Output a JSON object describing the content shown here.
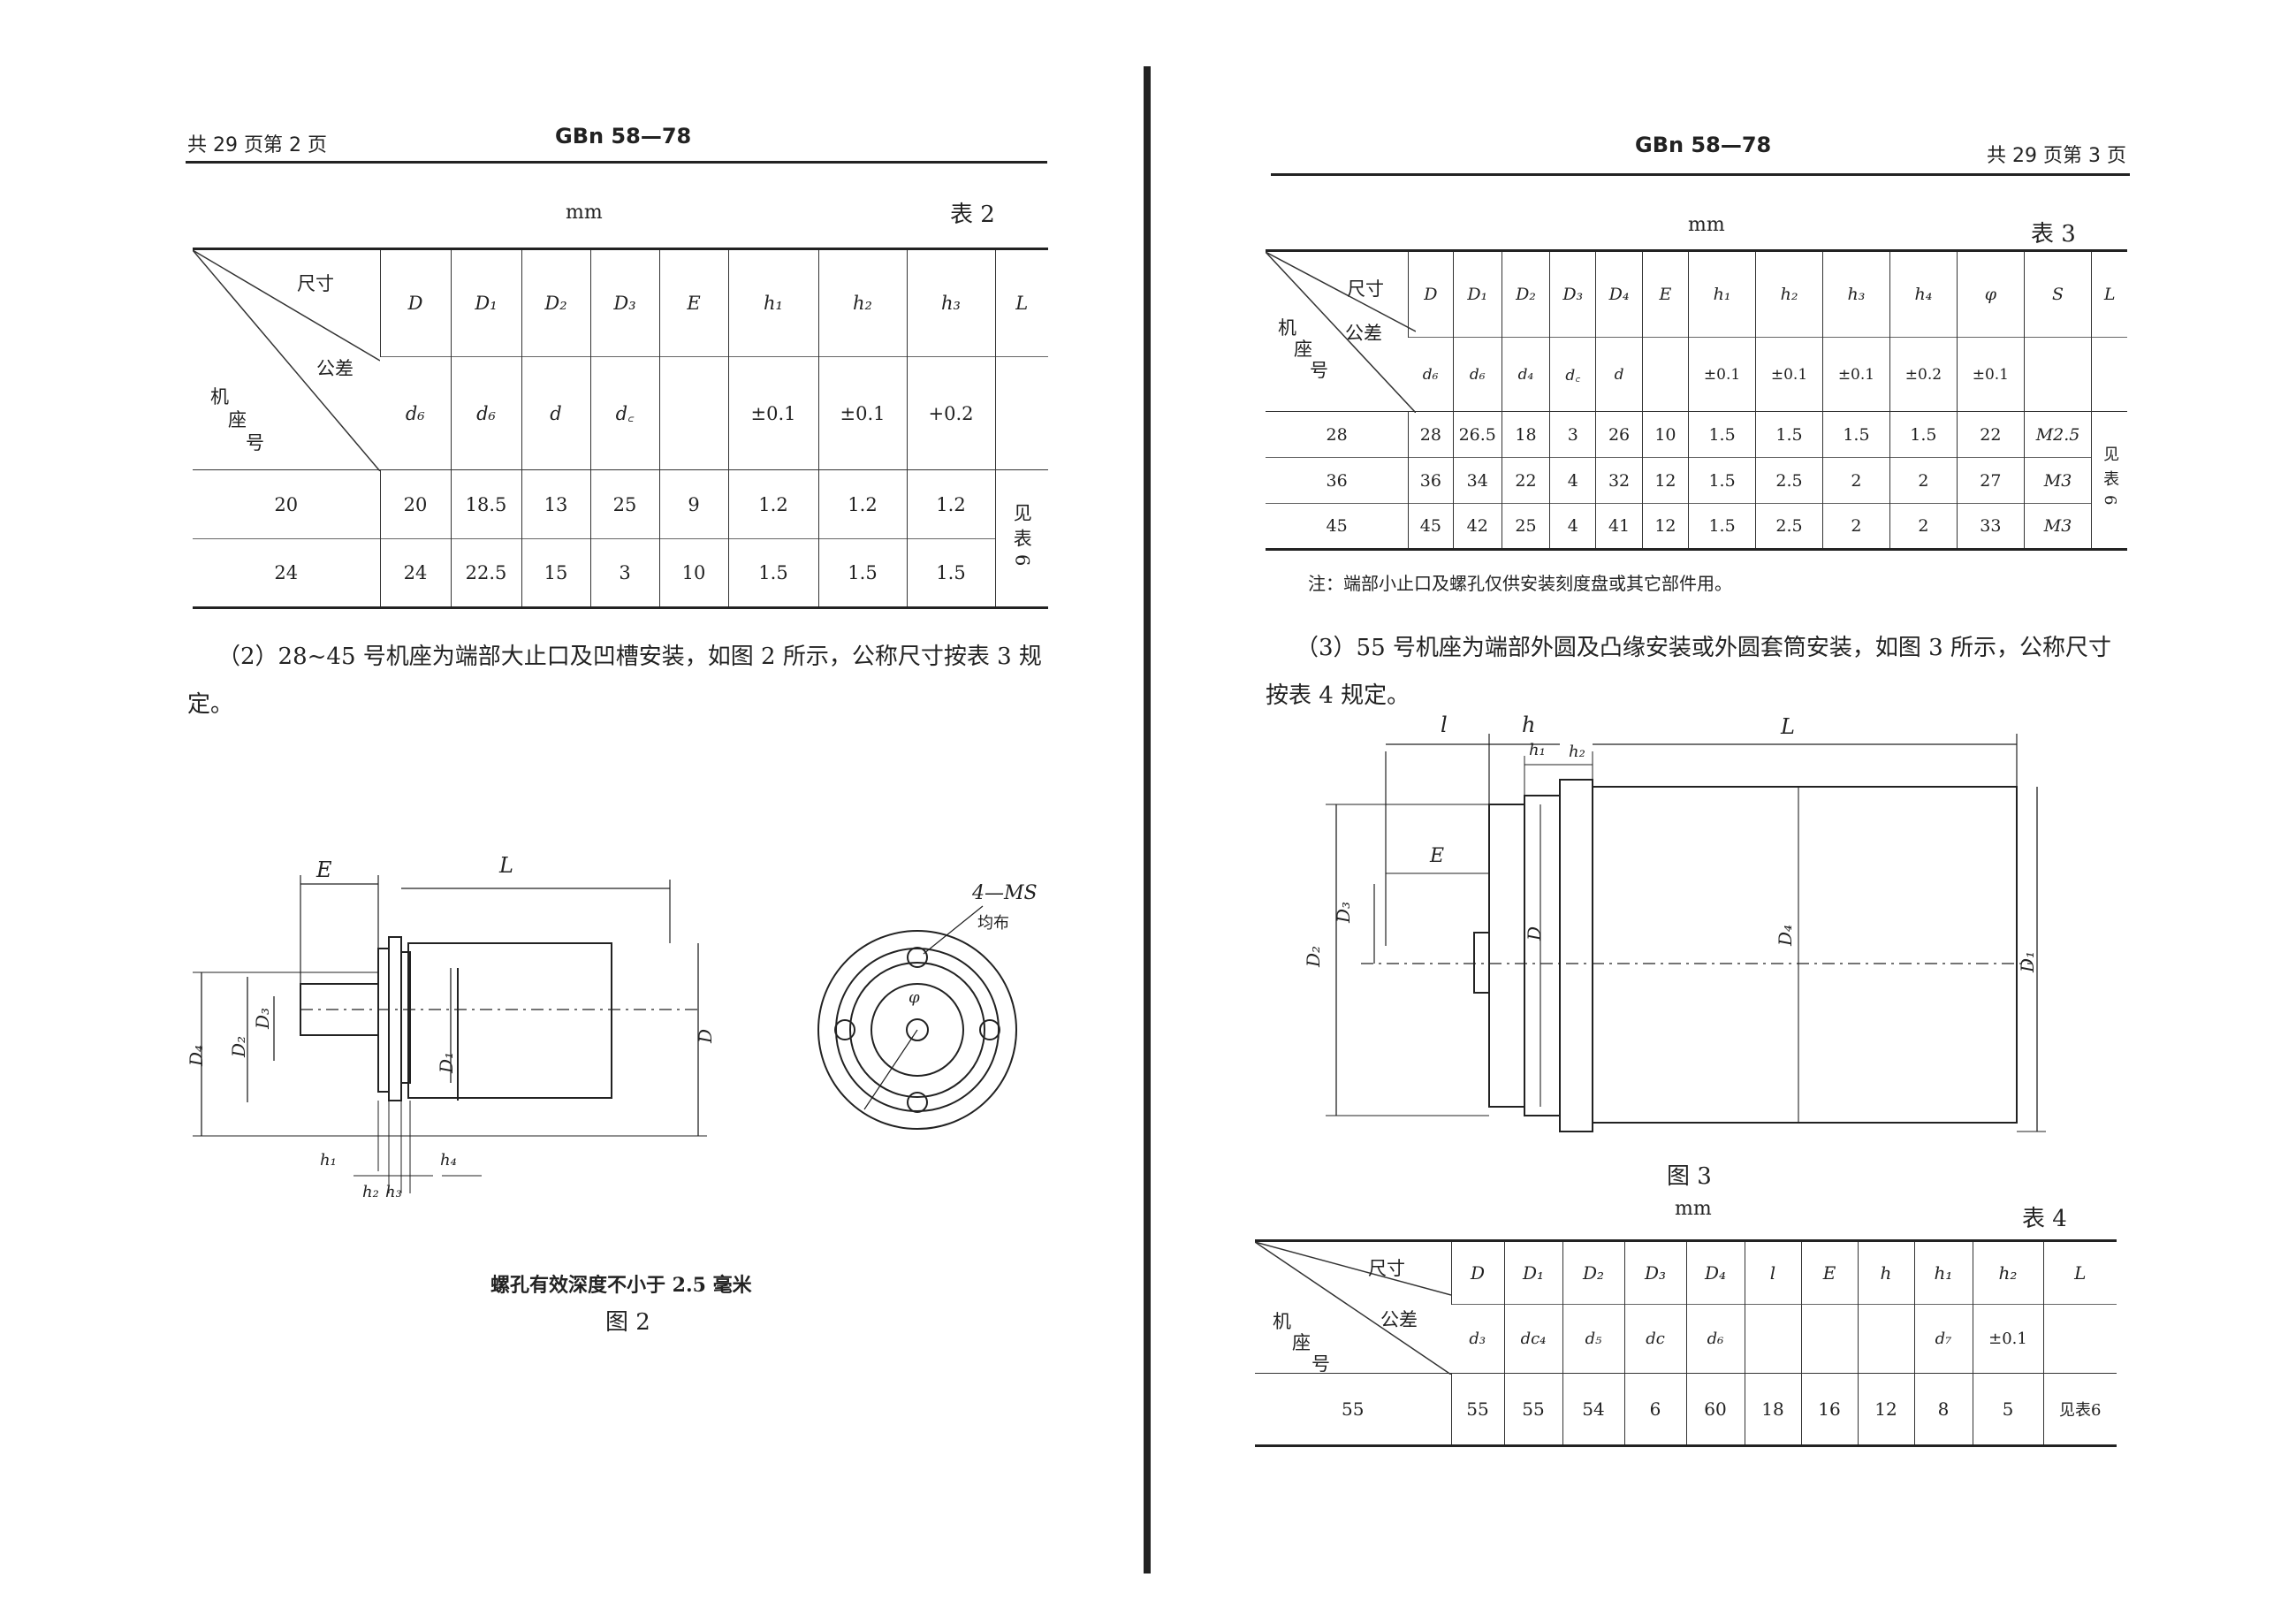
{
  "left_page": {
    "header": {
      "page_info": "共 29 页第 2 页",
      "doc_no": "GBn 58—78"
    },
    "table2": {
      "unit": "mm",
      "name": "表 2",
      "corner": {
        "dim": "尺寸",
        "tol": "公差",
        "seat": [
          "机",
          "座",
          "号"
        ]
      },
      "columns": [
        "D",
        "D₁",
        "D₂",
        "D₃",
        "E",
        "h₁",
        "h₂",
        "h₃",
        "L"
      ],
      "tolerances": [
        "d₆",
        "d₆",
        "d",
        "d꜀",
        "",
        "±0.1",
        "±0.1",
        "+0.2",
        ""
      ],
      "rows": [
        {
          "seat": "20",
          "values": [
            "20",
            "18.5",
            "13",
            "25",
            "9",
            "1.2",
            "1.2",
            "1.2"
          ]
        },
        {
          "seat": "24",
          "values": [
            "24",
            "22.5",
            "15",
            "3",
            "10",
            "1.5",
            "1.5",
            "1.5"
          ]
        }
      ],
      "l_merged": "见表6"
    },
    "paragraph": "（2）28~45 号机座为端部大止口及凹槽安装，如图 2 所示，公称尺寸按表 3 规定。",
    "figure2": {
      "labels": {
        "E": "E",
        "L": "L",
        "D4": "D₄",
        "D2": "D₂",
        "D3": "D₃",
        "D1": "D₁",
        "D": "D",
        "h1": "h₁",
        "h2": "h₂",
        "h3": "h₃",
        "h4": "h₄",
        "ms": "4—MS",
        "even": "均布",
        "phi": "φ"
      },
      "note": "螺孔有效深度不小于 2.5 毫米",
      "caption": "图 2"
    }
  },
  "right_page": {
    "header": {
      "doc_no": "GBn 58—78",
      "page_info": "共 29 页第 3 页"
    },
    "table3": {
      "unit": "mm",
      "name": "表 3",
      "corner": {
        "dim": "尺寸",
        "tol": "公差",
        "seat": [
          "机",
          "座",
          "号"
        ]
      },
      "columns": [
        "D",
        "D₁",
        "D₂",
        "D₃",
        "D₄",
        "E",
        "h₁",
        "h₂",
        "h₃",
        "h₄",
        "φ",
        "S",
        "L"
      ],
      "tolerances": [
        "d₆",
        "d₆",
        "d₄",
        "d꜀",
        "d",
        "",
        "±0.1",
        "±0.1",
        "±0.1",
        "±0.2",
        "±0.1",
        "",
        ""
      ],
      "rows": [
        {
          "seat": "28",
          "values": [
            "28",
            "26.5",
            "18",
            "3",
            "26",
            "10",
            "1.5",
            "1.5",
            "1.5",
            "1.5",
            "22",
            "M2.5"
          ]
        },
        {
          "seat": "36",
          "values": [
            "36",
            "34",
            "22",
            "4",
            "32",
            "12",
            "1.5",
            "2.5",
            "2",
            "2",
            "27",
            "M3"
          ]
        },
        {
          "seat": "45",
          "values": [
            "45",
            "42",
            "25",
            "4",
            "41",
            "12",
            "1.5",
            "2.5",
            "2",
            "2",
            "33",
            "M3"
          ]
        }
      ],
      "l_merged": "见表6",
      "note": "注：端部小止口及螺孔仅供安装刻度盘或其它部件用。"
    },
    "paragraph": "（3）55 号机座为端部外圆及凸缘安装或外圆套筒安装，如图 3 所示，公称尺寸按表 4 规定。",
    "figure3": {
      "labels": {
        "l": "l",
        "h": "h",
        "h1": "h₁",
        "h2": "h₂",
        "L": "L",
        "E": "E",
        "D3": "D₃",
        "D2": "D₂",
        "D": "D",
        "D4": "D₄",
        "D1": "D₁"
      },
      "caption": "图 3"
    },
    "table4": {
      "unit": "mm",
      "name": "表 4",
      "corner": {
        "dim": "尺寸",
        "tol": "公差",
        "seat": [
          "机",
          "座",
          "号"
        ]
      },
      "columns": [
        "D",
        "D₁",
        "D₂",
        "D₃",
        "D₄",
        "l",
        "E",
        "h",
        "h₁",
        "h₂",
        "L"
      ],
      "tolerances": [
        "d₃",
        "dc₄",
        "d₅",
        "dc",
        "d₆",
        "",
        "",
        "",
        "d₇",
        "±0.1",
        ""
      ],
      "rows": [
        {
          "seat": "55",
          "values": [
            "55",
            "55",
            "54",
            "6",
            "60",
            "18",
            "16",
            "12",
            "8",
            "5",
            "见表6"
          ]
        }
      ]
    }
  }
}
